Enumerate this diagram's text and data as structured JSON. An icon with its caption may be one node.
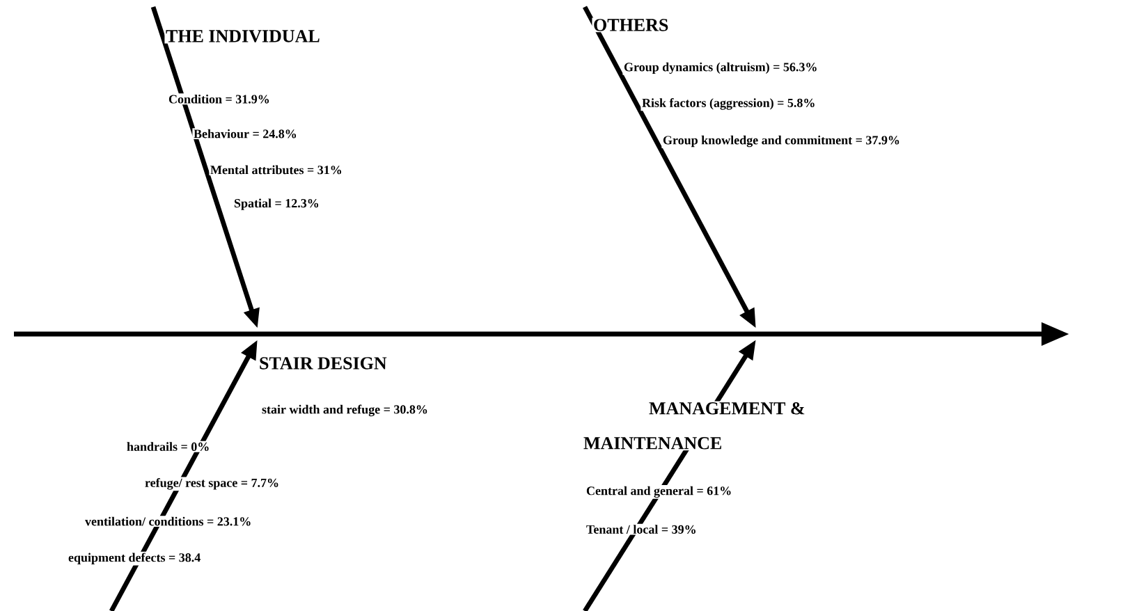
{
  "diagram": {
    "nodes": [
      {
        "text": [
          "THE INDIVIDUAL",
          "Condition = 31.9%",
          "Behaviour = 24.8%",
          "Mental attributes = 31%",
          "Spatial = 12.3%"
        ]
      },
      {
        "text": [
          "OTHERS",
          "Group dynamics (altruism) = 56.3%",
          "Risk factors (aggression) = 5.8%",
          "Group knowledge and commitment =  37.9%"
        ]
      },
      {
        "text": [
          "STAIR DESIGN",
          "stair width and refuge = 30.8%",
          "handrails = 0%",
          "refuge/ rest space = 7.7%",
          "ventilation/ conditions = 23.1%",
          "equipment defects = 38.4"
        ]
      },
      {
        "text": [
          "MANAGEMENT & MAINTENANCE",
          "Central and general = 61%",
          "Tenant / local = 39%"
        ]
      }
    ],
    "edges": [
      {
        "from": 0,
        "to": null,
        "arrow": "to"
      },
      {
        "from": 1,
        "to": null,
        "arrow": "to"
      },
      {
        "from": null,
        "to": 2,
        "arrow": "to"
      },
      {
        "from": null,
        "to": 3,
        "arrow": "to"
      }
    ]
  }
}
